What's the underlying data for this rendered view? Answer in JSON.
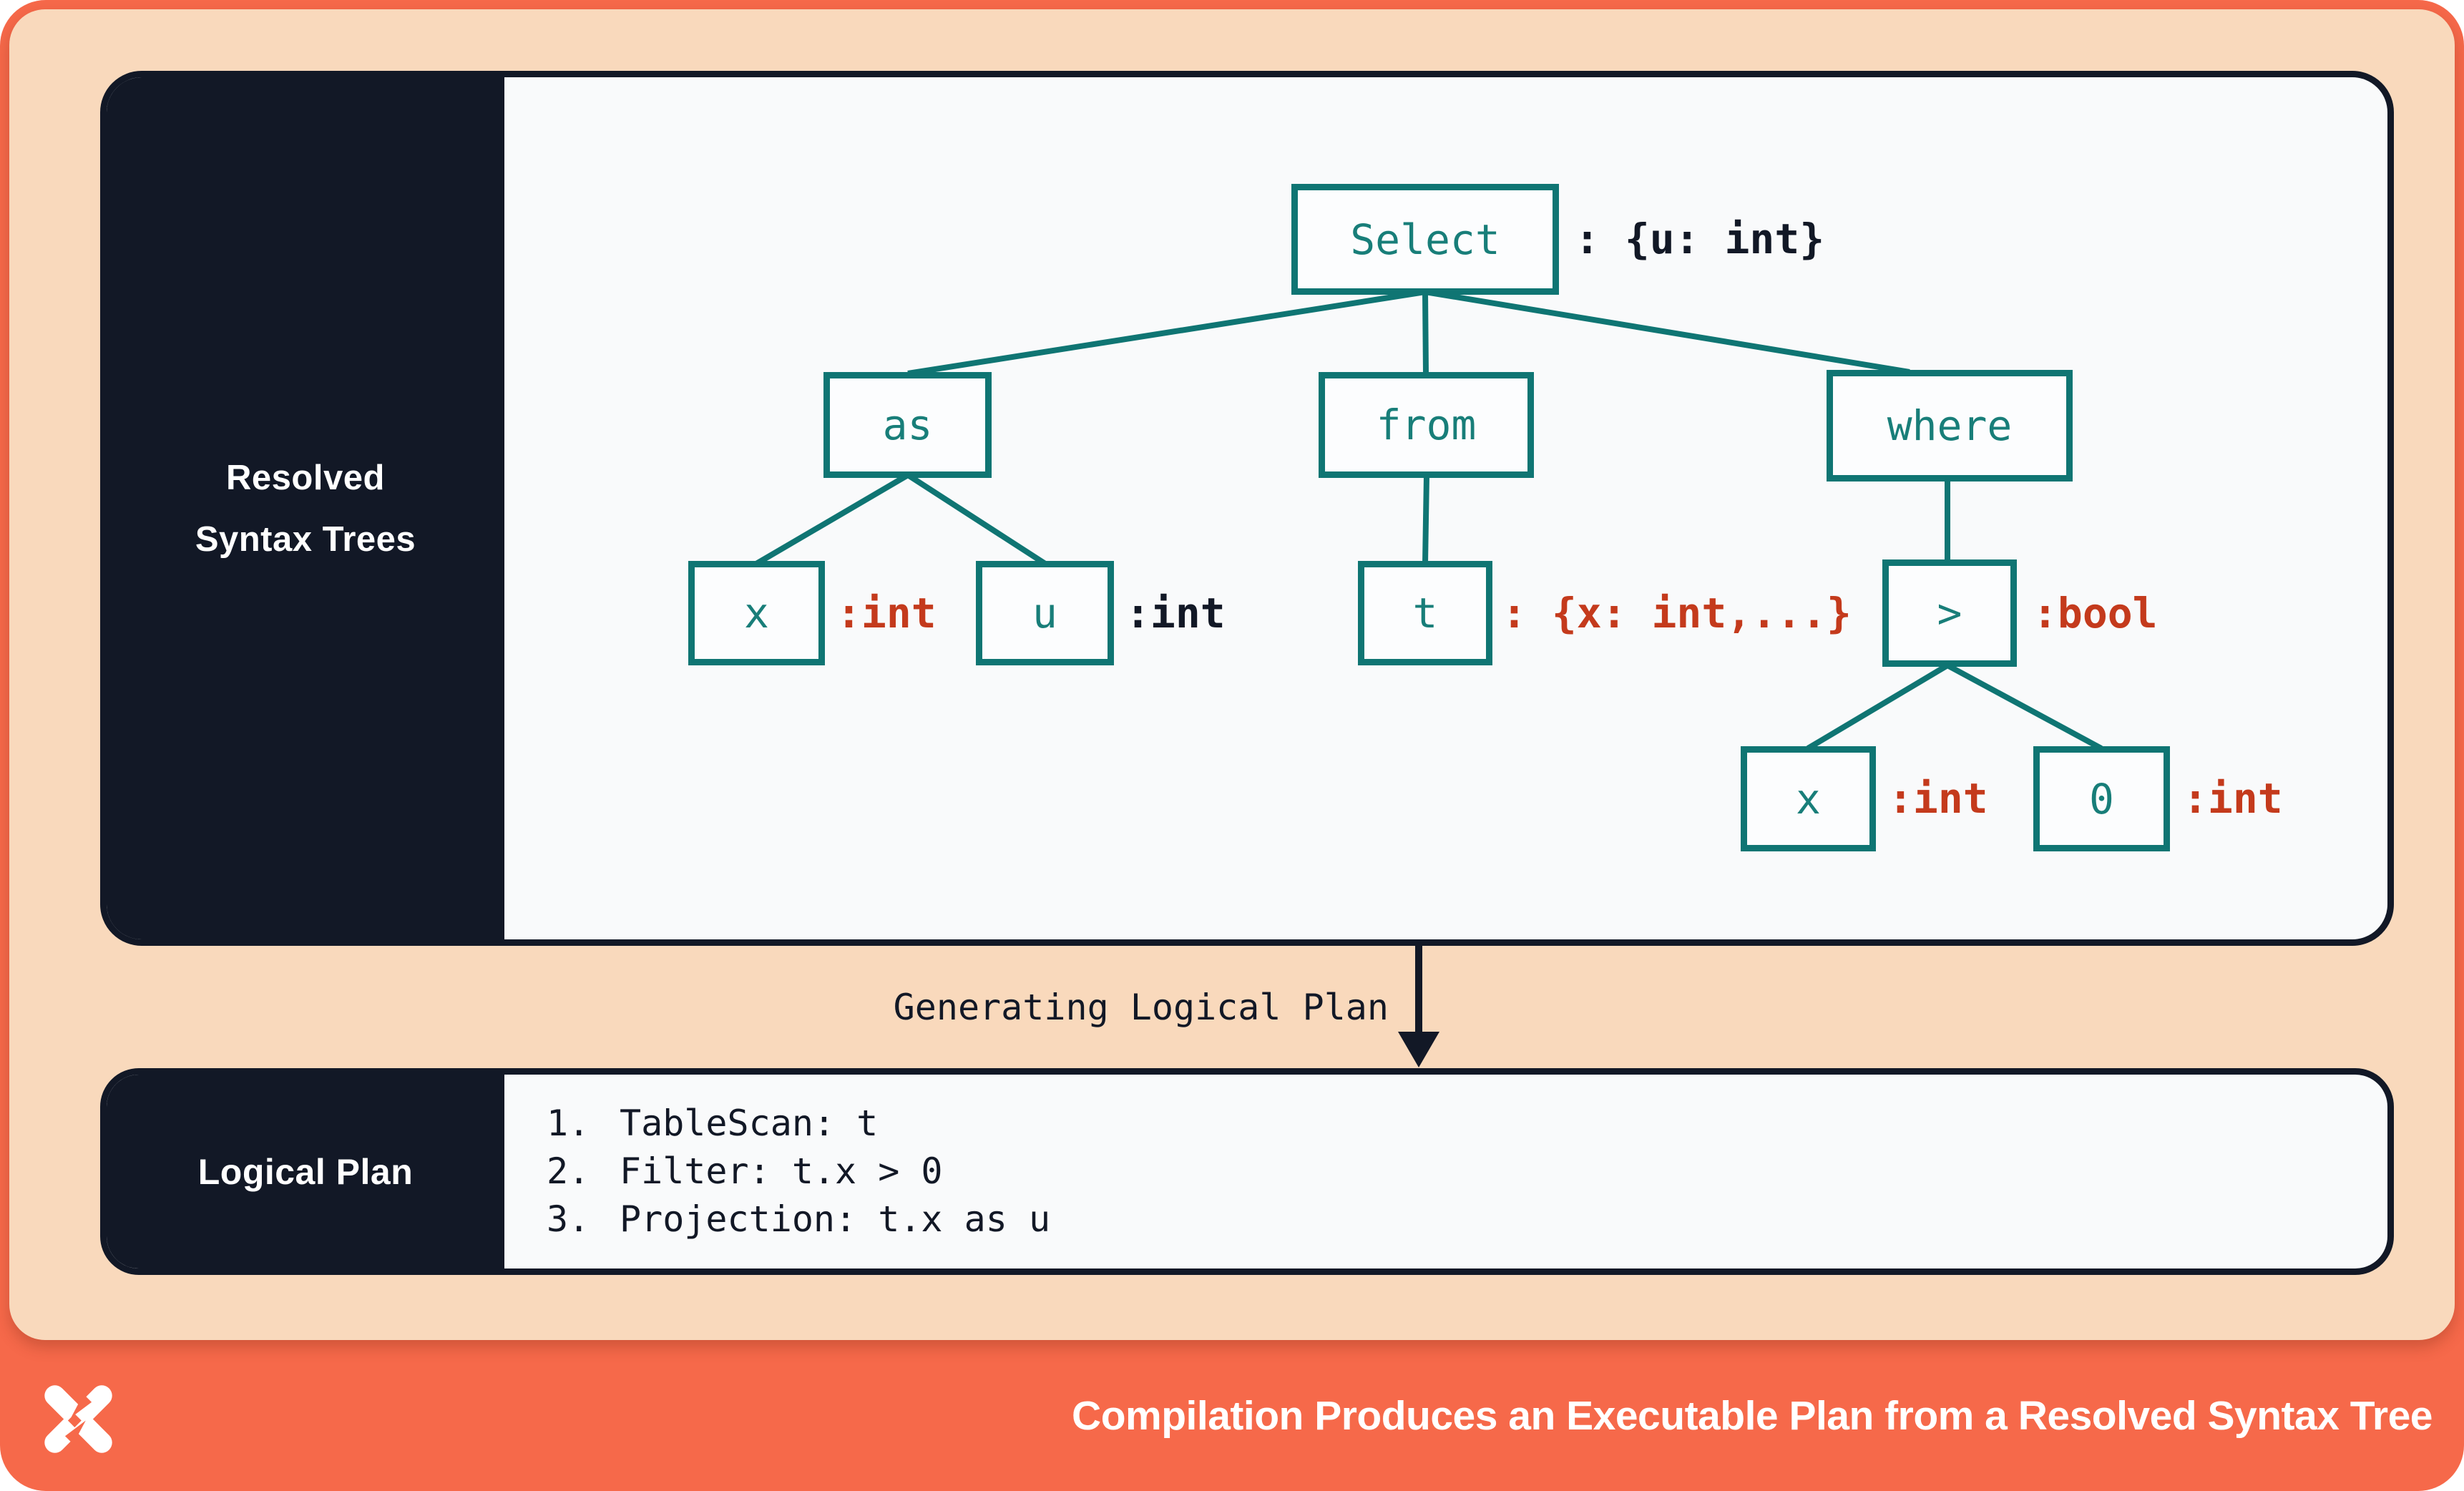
{
  "colors": {
    "orange": "#F6694A",
    "peach": "#F9D9BC",
    "navy": "#121826",
    "teal_line": "#0F7573",
    "teal_text": "#187E79",
    "red": "#C43A1C",
    "offwhite": "#F9FAFB"
  },
  "resolved_panel": {
    "label_line1": "Resolved",
    "label_line2": "Syntax Trees"
  },
  "tree": {
    "nodes": [
      {
        "label": "Select",
        "annotation": ": {u: int}"
      },
      {
        "label": "as"
      },
      {
        "label": "from"
      },
      {
        "label": "where"
      },
      {
        "label": "x",
        "annotation": ":int"
      },
      {
        "label": "u",
        "annotation": ":int"
      },
      {
        "label": "t",
        "annotation": ": {x: int,...}"
      },
      {
        "label": ">",
        "annotation": ":bool"
      },
      {
        "label": "x",
        "annotation": ":int"
      },
      {
        "label": "0",
        "annotation": ":int"
      }
    ]
  },
  "transition": {
    "label": "Generating Logical Plan"
  },
  "logical_panel": {
    "label": "Logical Plan",
    "steps": [
      {
        "num": "1.",
        "text": "TableScan: t"
      },
      {
        "num": "2.",
        "text": "Filter: t.x > 0"
      },
      {
        "num": "3.",
        "text": "Projection: t.x as u"
      }
    ]
  },
  "footer": {
    "title": "Compilation Produces an Executable Plan from a Resolved Syntax Tree"
  }
}
